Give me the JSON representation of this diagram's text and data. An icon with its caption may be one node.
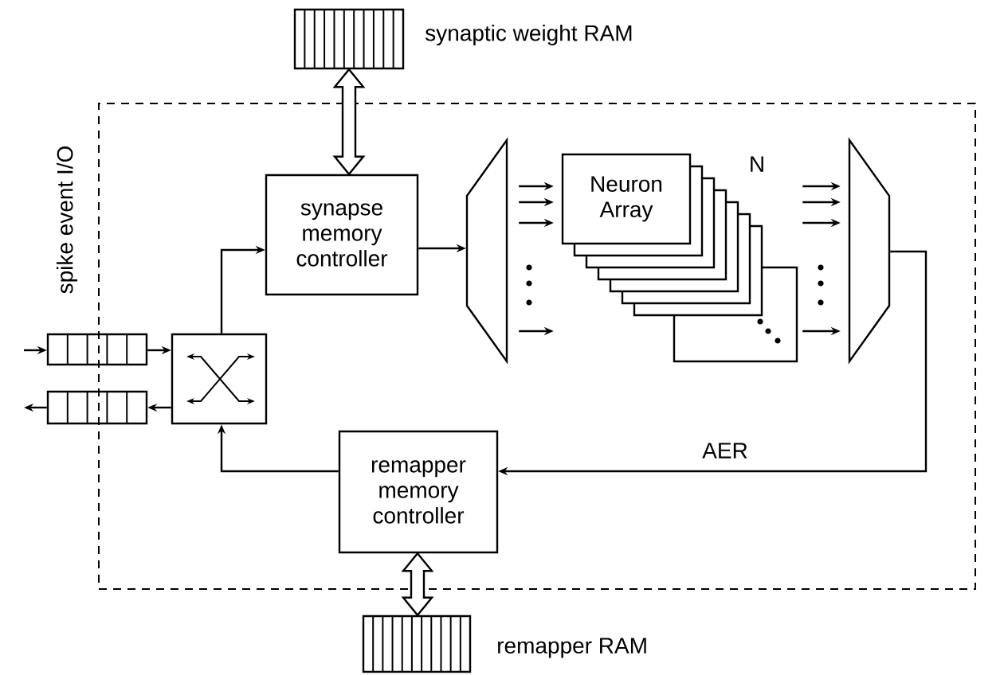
{
  "diagram": {
    "nodes": [
      {
        "text": [],
        "shape": "box",
        "beside": [
          "synaptic weight RAM"
        ]
      },
      {
        "text": [
          "spike event I/O"
        ]
      },
      {
        "text": [
          "synapse memory controller"
        ],
        "in": 1
      },
      {
        "text": [],
        "shape": "trapezoid",
        "in": 1
      },
      {
        "text": [
          "Neuron Array",
          "N"
        ],
        "in": 1
      },
      {
        "text": [],
        "shape": "trapezoid",
        "in": 1
      },
      {
        "text": [
          "remapper memory controller"
        ],
        "in": 1
      },
      {
        "text": [],
        "shape": "box",
        "in": 1
      },
      {
        "text": [],
        "shape": "box"
      },
      {
        "text": [],
        "shape": "box"
      },
      {
        "text": [],
        "shape": "box",
        "beside": [
          "remapper RAM"
        ]
      }
    ],
    "edges": [
      {
        "from": 0,
        "to": 2,
        "arrow": "both",
        "style": "thick"
      },
      {
        "from": 7,
        "to": 2,
        "arrow": "to"
      },
      {
        "from": 2,
        "to": 3,
        "arrow": "to"
      },
      {
        "from": 3,
        "to": 4,
        "arrow": "to"
      },
      {
        "from": 3,
        "to": 4,
        "arrow": "to"
      },
      {
        "from": 3,
        "to": 4,
        "arrow": "to"
      },
      {
        "from": 3,
        "to": 4,
        "arrow": "to"
      },
      {
        "from": 4,
        "to": 5,
        "arrow": "to"
      },
      {
        "from": 4,
        "to": 5,
        "arrow": "to"
      },
      {
        "from": 4,
        "to": 5,
        "arrow": "to"
      },
      {
        "from": 4,
        "to": 5,
        "arrow": "to"
      },
      {
        "from": 5,
        "to": 6,
        "arrow": "to",
        "label": "AER"
      },
      {
        "from": 6,
        "to": 7,
        "arrow": "to"
      },
      {
        "from": null,
        "to": 8,
        "arrow": "to"
      },
      {
        "from": 8,
        "to": 7,
        "arrow": "to"
      },
      {
        "from": 7,
        "to": 9,
        "arrow": "to"
      },
      {
        "from": 9,
        "to": null,
        "arrow": "to"
      },
      {
        "from": 6,
        "to": 10,
        "arrow": "both",
        "style": "thick"
      }
    ]
  }
}
